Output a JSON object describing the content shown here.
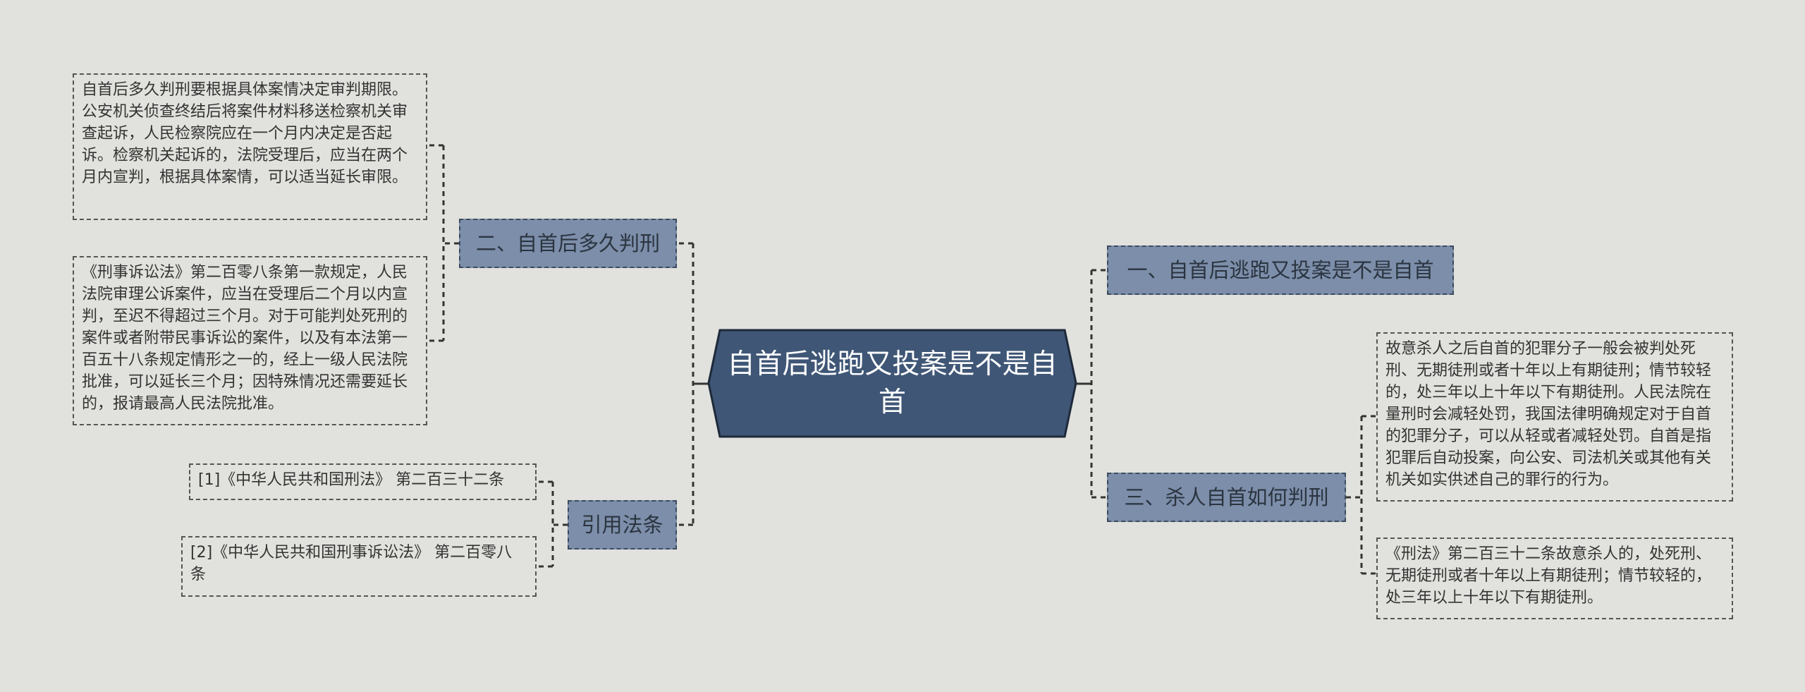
{
  "center": {
    "title": "自首后逃跑又投案是不是自首"
  },
  "colors": {
    "center_fill": "#3f5676",
    "branch_fill": "#7c8ea9",
    "line": "#333333",
    "background": "#e1e1dd"
  },
  "branches": {
    "b1": {
      "label": "一、自首后逃跑又投案是不是自首"
    },
    "b2": {
      "label": "二、自首后多久判刑",
      "leaves": [
        "自首后多久判刑要根据具体案情决定审判期限。公安机关侦查终结后将案件材料移送检察机关审查起诉，人民检察院应在一个月内决定是否起诉。检察机关起诉的，法院受理后，应当在两个月内宣判，根据具体案情，可以适当延长审限。",
        "《刑事诉讼法》第二百零八条第一款规定，人民法院审理公诉案件，应当在受理后二个月以内宣判，至迟不得超过三个月。对于可能判处死刑的案件或者附带民事诉讼的案件，以及有本法第一百五十八条规定情形之一的，经上一级人民法院批准，可以延长三个月；因特殊情况还需要延长的，报请最高人民法院批准。"
      ]
    },
    "b3": {
      "label": "三、杀人自首如何判刑",
      "leaves": [
        "故意杀人之后自首的犯罪分子一般会被判处死刑、无期徒刑或者十年以上有期徒刑；情节较轻的，处三年以上十年以下有期徒刑。人民法院在量刑时会减轻处罚，我国法律明确规定对于自首的犯罪分子，可以从轻或者减轻处罚。自首是指犯罪后自动投案，向公安、司法机关或其他有关机关如实供述自己的罪行的行为。",
        "《刑法》第二百三十二条故意杀人的，处死刑、无期徒刑或者十年以上有期徒刑；情节较轻的，处三年以上十年以下有期徒刑。"
      ]
    },
    "b4": {
      "label": "引用法条",
      "leaves": [
        "[1]《中华人民共和国刑法》 第二百三十二条",
        "[2]《中华人民共和国刑事诉讼法》 第二百零八条"
      ]
    }
  }
}
